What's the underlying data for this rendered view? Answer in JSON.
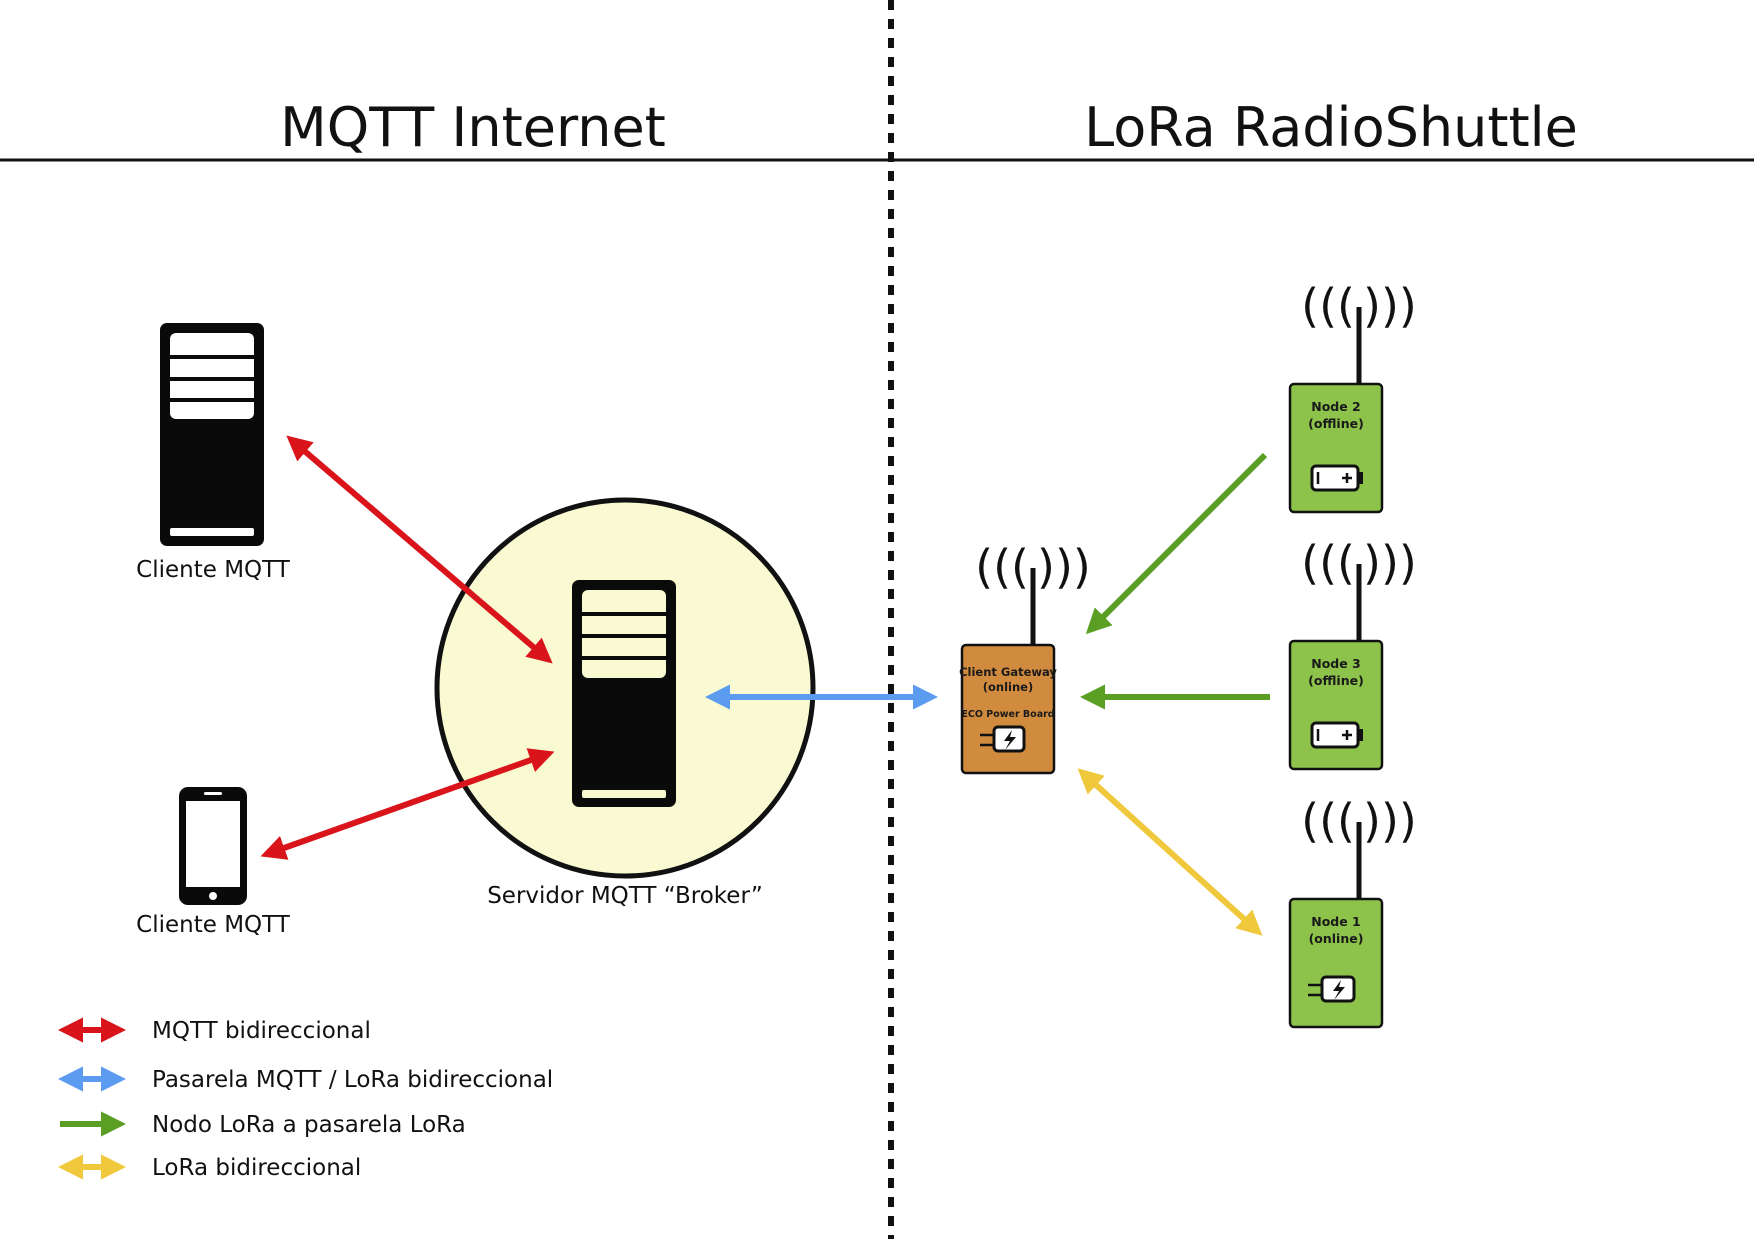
{
  "titles": {
    "left": "MQTT Internet",
    "right": "LoRa RadioShuttle"
  },
  "labels": {
    "client_server": "Cliente MQTT",
    "client_phone": "Cliente MQTT",
    "broker": "Servidor MQTT “Broker”"
  },
  "gateway": {
    "line1": "Client Gateway",
    "line2": "(online)",
    "line3": "ECO Power Board"
  },
  "nodes": [
    {
      "name": "Node 2",
      "status": "(offline)",
      "power": "battery"
    },
    {
      "name": "Node 3",
      "status": "(offline)",
      "power": "battery"
    },
    {
      "name": "Node 1",
      "status": "(online)",
      "power": "plug"
    }
  ],
  "radio_waves": {
    "left": "((( ",
    "right": " )))"
  },
  "legend": [
    {
      "label": "MQTT bidireccional",
      "color": "#d9141a"
    },
    {
      "label": "Pasarela MQTT / LoRa bidireccional",
      "color": "#5b9cf0"
    },
    {
      "label": "Nodo LoRa a pasarela LoRa",
      "color": "#5a9e24"
    },
    {
      "label": "LoRa bidireccional",
      "color": "#f0c83c"
    }
  ],
  "colors": {
    "mqtt": "#d9141a",
    "gateway_link": "#5b9cf0",
    "node_to_gateway": "#5a9e24",
    "lora_bidirectional": "#f0c83c",
    "broker_circle": "#fafad2",
    "gateway_box": "#d18b3e",
    "node_box": "#8dc34a"
  }
}
